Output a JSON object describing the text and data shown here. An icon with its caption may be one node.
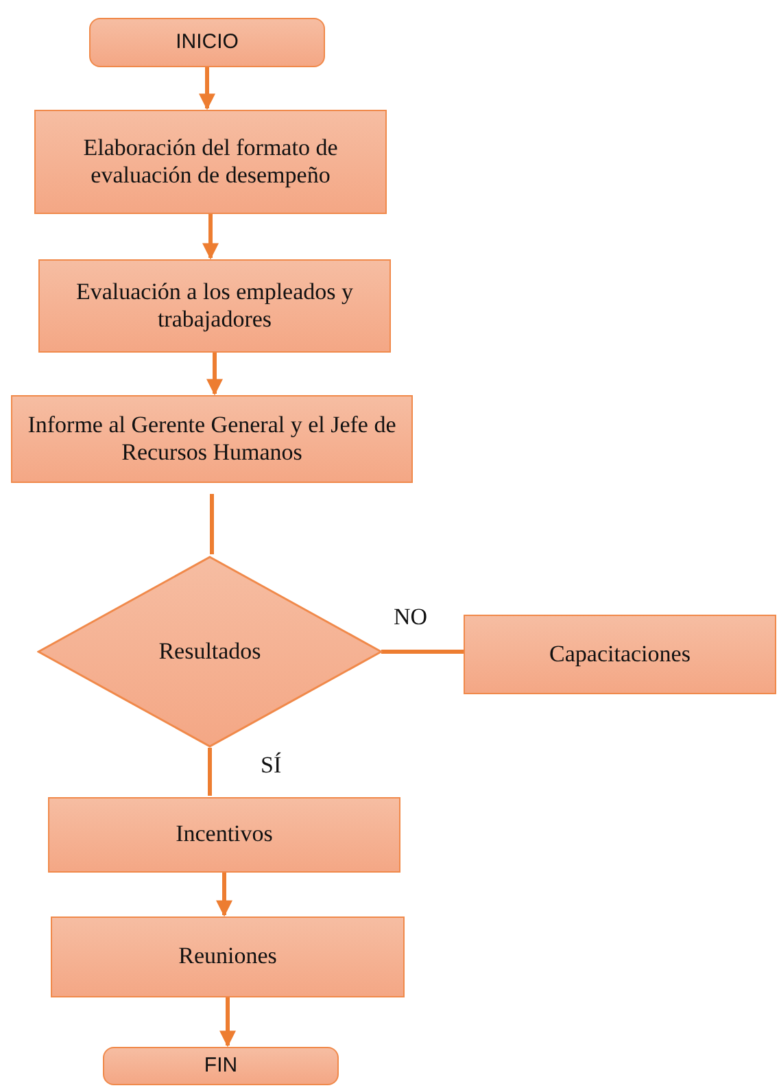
{
  "diagram": {
    "nodes": [
      {
        "text": [
          "INICIO"
        ]
      },
      {
        "text": [
          "Elaboración del formato de evaluación de desempeño"
        ]
      },
      {
        "text": [
          "Evaluación a los empleados y trabajadores"
        ]
      },
      {
        "text": [
          "Informe al Gerente General y el Jefe de Recursos Humanos"
        ]
      },
      {
        "text": [
          "Resultados"
        ]
      },
      {
        "text": [
          "Capacitaciones"
        ]
      },
      {
        "text": [
          "Incentivos"
        ]
      },
      {
        "text": [
          "Reuniones"
        ]
      },
      {
        "text": [
          "FIN"
        ]
      }
    ],
    "edges": [
      {
        "from": 0,
        "to": 1,
        "arrow": "to"
      },
      {
        "from": 1,
        "to": 2,
        "arrow": "to"
      },
      {
        "from": 2,
        "to": 3,
        "arrow": "to"
      },
      {
        "from": 3,
        "to": 4,
        "arrow": "none"
      },
      {
        "from": 4,
        "to": 5,
        "arrow": "none",
        "label": "NO"
      },
      {
        "from": 4,
        "to": 6,
        "arrow": "none",
        "label": "SÍ"
      },
      {
        "from": 6,
        "to": 7,
        "arrow": "to"
      },
      {
        "from": 7,
        "to": 8,
        "arrow": "to"
      }
    ]
  }
}
